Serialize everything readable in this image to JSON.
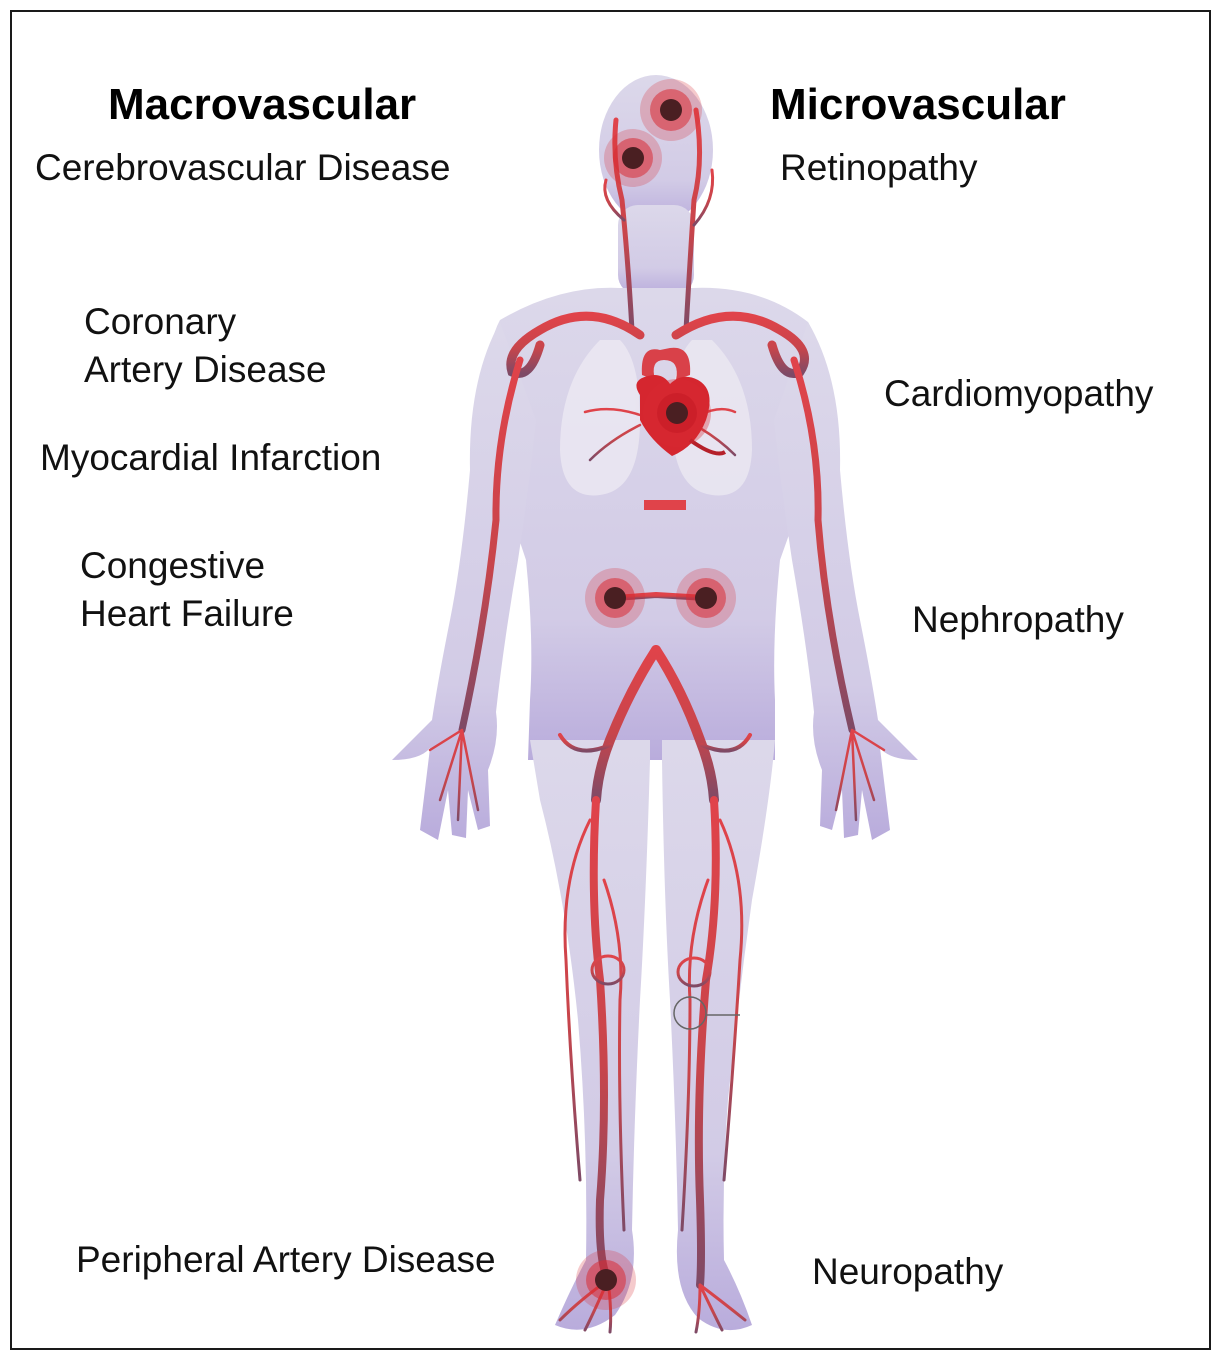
{
  "headers": {
    "macrovascular": "Macrovascular",
    "microvascular": "Microvascular"
  },
  "macro_labels": {
    "cerebrovascular": "Cerebrovascular Disease",
    "coronary_line1": "Coronary",
    "coronary_line2": "Artery Disease",
    "myocardial": "Myocardial Infarction",
    "chf_line1": "Congestive",
    "chf_line2": "Heart Failure",
    "peripheral": "Peripheral Artery Disease"
  },
  "micro_labels": {
    "retinopathy": "Retinopathy",
    "cardiomyopathy": "Cardiomyopathy",
    "nephropathy": "Nephropathy",
    "neuropathy": "Neuropathy"
  },
  "colors": {
    "body": "#dcd7ea",
    "artery": "#e0434a",
    "hotspot": "#d92b35",
    "hotspot_core": "#4a1f22"
  }
}
